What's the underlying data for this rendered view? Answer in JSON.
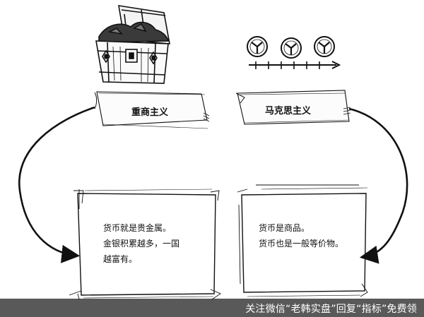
{
  "labels": {
    "left": "重商主义",
    "right": "马克思主义"
  },
  "boxes": {
    "left": [
      "货币就是贵金属。",
      "金银积累越多，一国",
      "越富有。"
    ],
    "right": [
      "货币是商品。",
      "货币也是一般等价物。"
    ]
  },
  "watermark": "关注微信“老韩实盘”回复“指标”免费领",
  "icons": {
    "top_left": "treasure-chest-icon",
    "top_right": "clocks-timeline-icon"
  }
}
